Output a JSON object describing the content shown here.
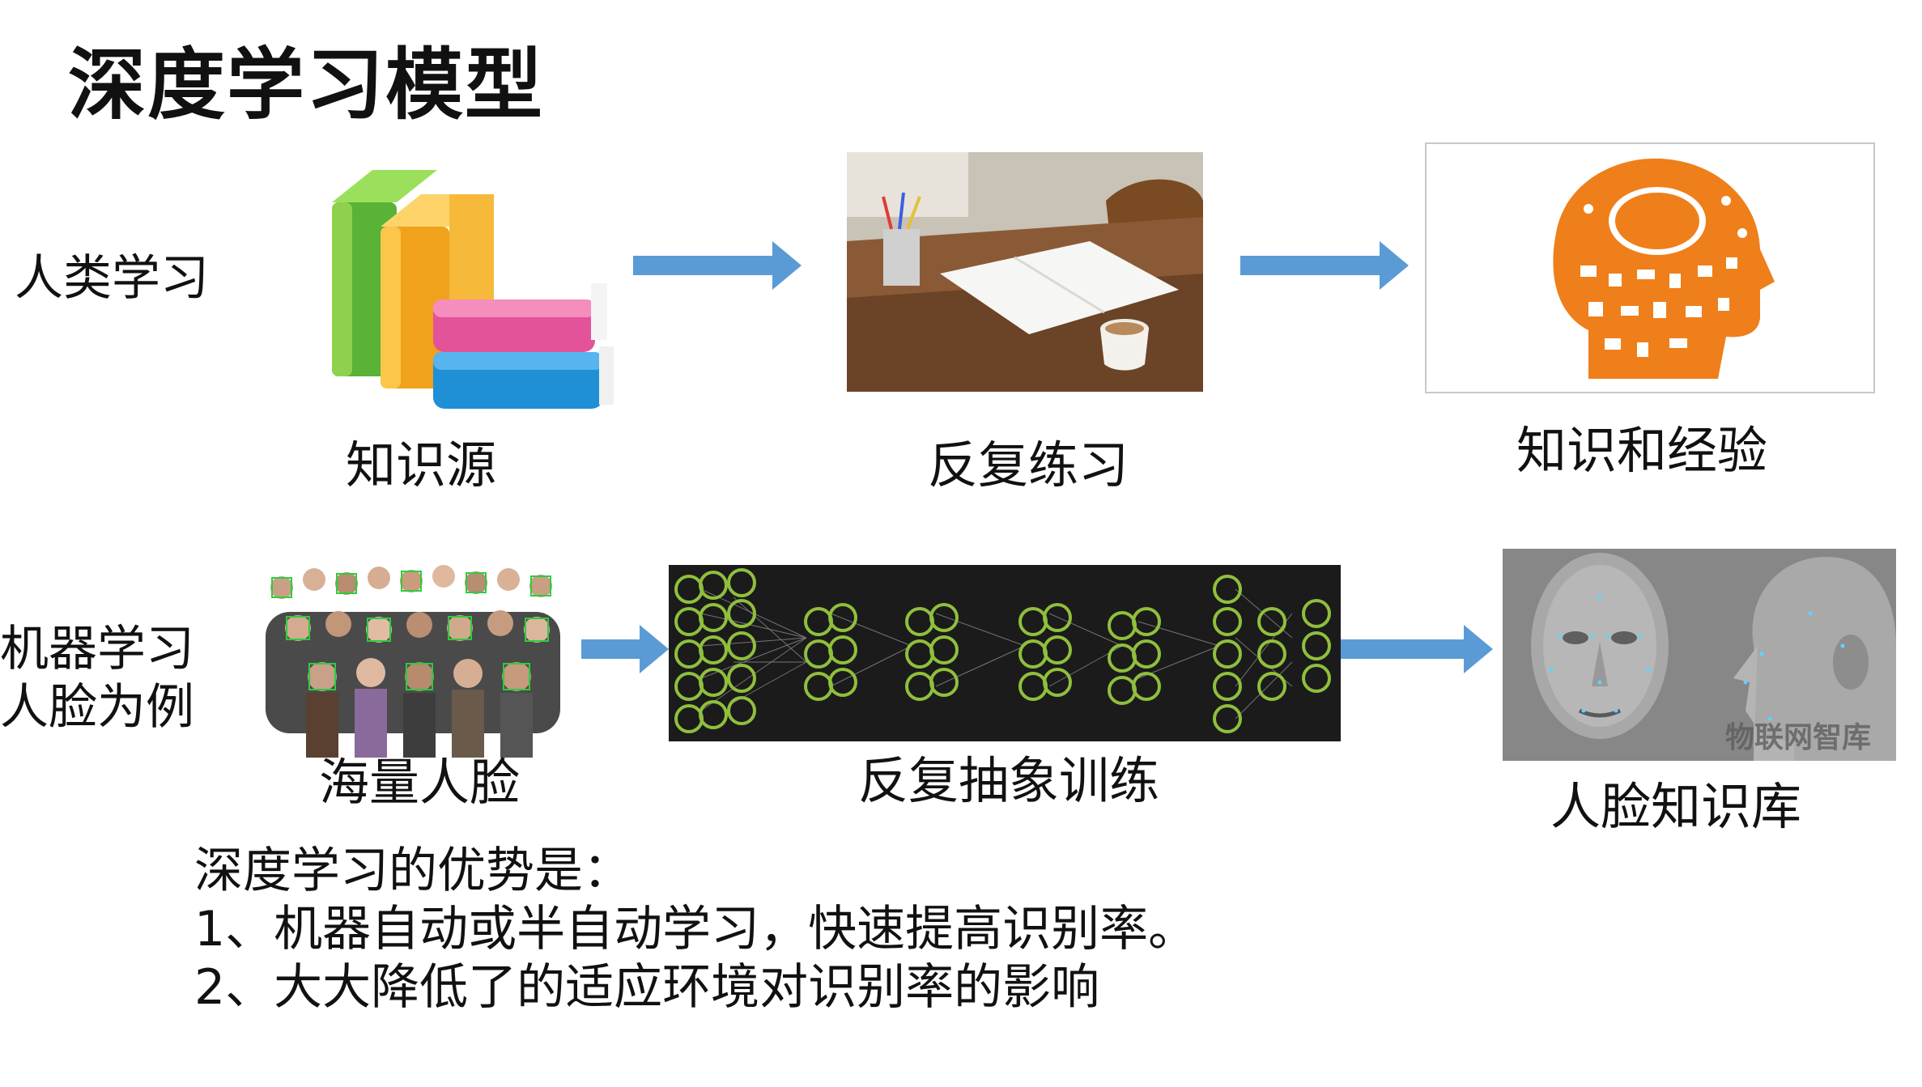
{
  "title": "深度学习模型",
  "rows": {
    "human": {
      "label": "人类学习",
      "captions": [
        "知识源",
        "反复练习",
        "知识和经验"
      ]
    },
    "machine": {
      "label_line1": "机器学习",
      "label_line2": "人脸为例",
      "captions": [
        "海量人脸",
        "反复抽象训练",
        "人脸知识库"
      ]
    }
  },
  "watermark": "物联网智库",
  "advantages": {
    "heading": "深度学习的优势是：",
    "items": [
      "1、机器自动或半自动学习，快速提高识别率。",
      "2、大大降低了的适应环境对识别率的影响"
    ]
  },
  "colors": {
    "arrow": "#5b9bd5",
    "brain": "#ef7f1a",
    "neuron": "#8fbf3c"
  }
}
